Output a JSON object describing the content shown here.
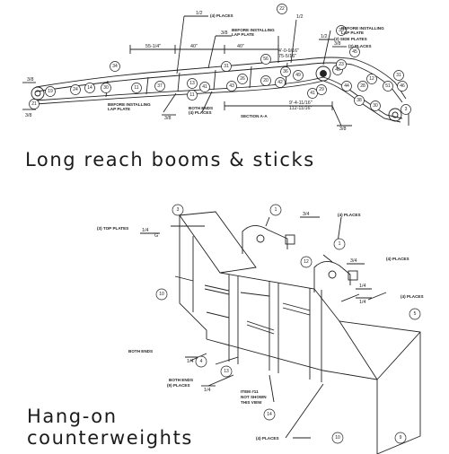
{
  "captions": {
    "booms": "Long reach booms & sticks",
    "counterweights_line1": "Hang-on",
    "counterweights_line2": "counterweights"
  },
  "boom_drawing": {
    "notes": {
      "four_places_top": "(4) PLACES",
      "before_installing_left": "BEFORE INSTALLING",
      "lap_plate_left": "LAP PLATE",
      "before_installing_right": "BEFORE INSTALLING",
      "lap_plate_right": "LAP PLATE",
      "two_side_plates": "(2) SIDE PLATES",
      "two_places": "(2) PLACES",
      "both_ends": "BOTH ENDS",
      "four_places_bottom": "(4) PLACES",
      "section": "SECTION A-A",
      "before_installing_bottom": "BEFORE INSTALLING",
      "lap_plate_bottom": "LAP PLATE"
    },
    "dimensions": {
      "d1": "55-1/4\"",
      "d2": "40\"",
      "d3": "40\"",
      "d4": "4'-0-9/16\"",
      "d5": "75-5/16\"",
      "d6": "9'-4-11/16\"",
      "d7": "112-11/16\""
    },
    "weld_sizes": [
      "1/2",
      "3/8",
      "3/8",
      "1/2",
      "3/8",
      "3/8",
      "3/8",
      "1/2",
      "3/8"
    ],
    "balloons": [
      "21",
      "19",
      "24",
      "14",
      "30",
      "34",
      "11",
      "37",
      "13",
      "41",
      "11",
      "31",
      "43",
      "56",
      "20",
      "42",
      "36",
      "49",
      "41",
      "40",
      "23",
      "44",
      "28",
      "12",
      "51",
      "31",
      "46",
      "38",
      "30",
      "29",
      "26",
      "22",
      "33",
      "45",
      "3"
    ]
  },
  "counterweight_drawing": {
    "notes": {
      "top_plates": "(3) TOP PLATES",
      "four_places_a": "(4) PLACES",
      "four_places_b": "(4) PLACES",
      "four_places_c": "(4) PLACES",
      "both_ends": "BOTH ENDS",
      "both_ends_nine": "BOTH ENDS",
      "nine_places": "(9) PLACES",
      "item11_line1": "ITEM #11",
      "item11_line2": "NOT SHOWN",
      "item11_line3": "THIS VIEW",
      "four_places_bottom": "(4) PLACES"
    },
    "weld_sizes": {
      "top": "1/4",
      "top_g": "G",
      "upper": "3/4",
      "mid": "3/4",
      "right1": "1/4",
      "right2": "1/4",
      "left": "1/4",
      "bottom": "1/4"
    },
    "balloons": {
      "b3": "3",
      "b1a": "1",
      "b1b": "1",
      "b12": "12",
      "b10a": "10",
      "b5": "5",
      "b4": "4",
      "b13": "13",
      "b14": "14",
      "b10b": "10",
      "b9": "9"
    }
  }
}
